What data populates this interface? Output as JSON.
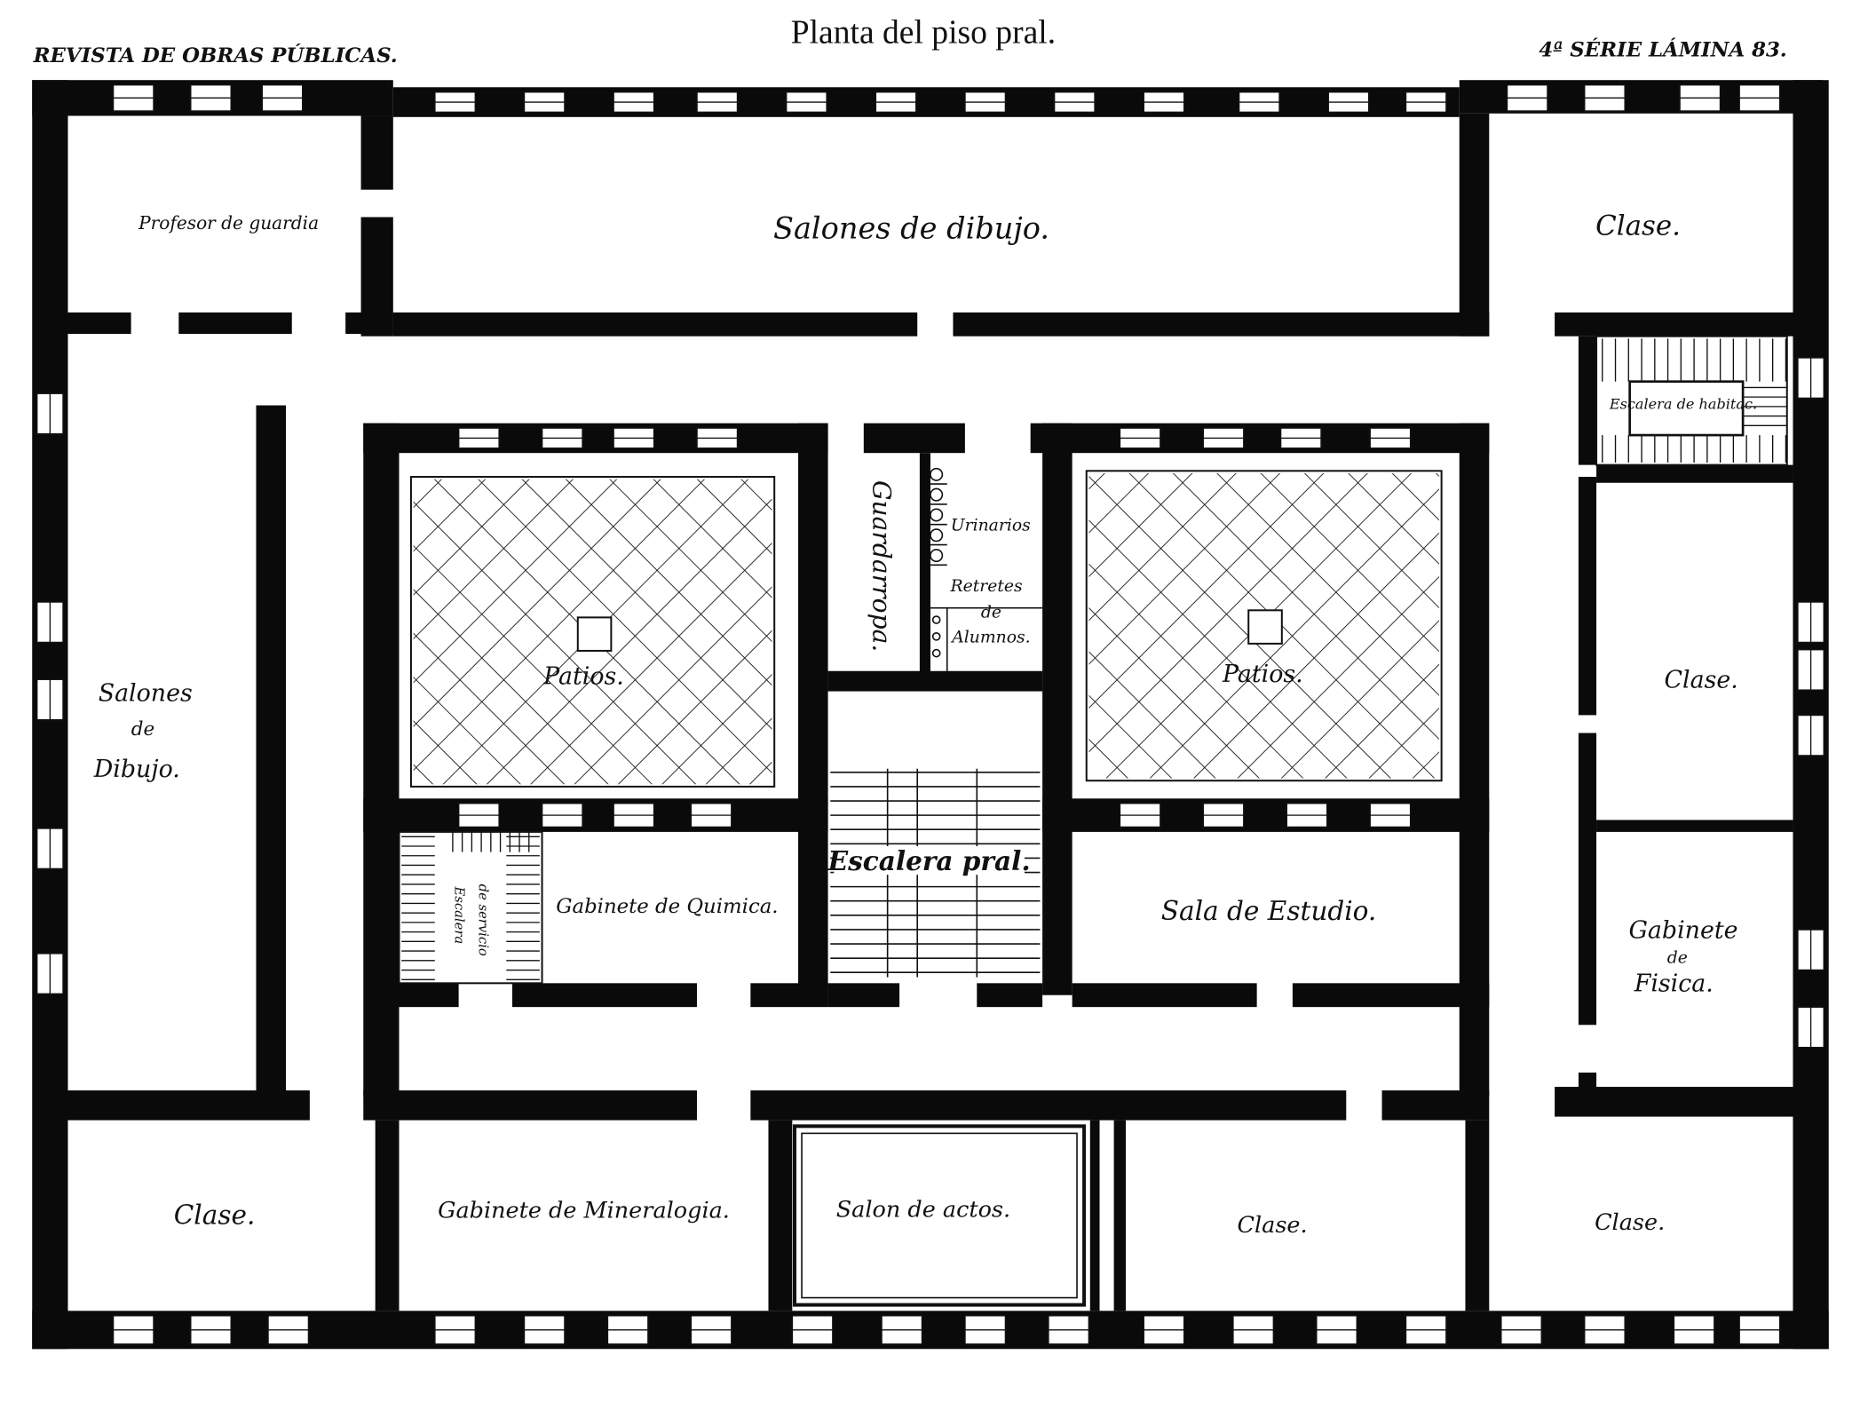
{
  "header": {
    "journal": "REVISTA DE OBRAS PÚBLICAS.",
    "title": "Planta del piso pral.",
    "series": "4ª SÉRIE LÁMINA 83."
  },
  "rooms": {
    "profesor_guardia": "Profesor de guardia",
    "salones_dibujo_top": "Salones de dibujo.",
    "clase_top_right": "Clase.",
    "escalera_habitac": "Escalera de habitac.",
    "guardarropa": "Guardarropa.",
    "urinarios": "Urinarios",
    "retretes": [
      "Retretes",
      "de",
      "Alumnos."
    ],
    "patios_left": "Patios.",
    "patios_right": "Patios.",
    "clase_right_mid": "Clase.",
    "salones_dibujo_left": [
      "Salones",
      "de",
      "Dibujo."
    ],
    "escalera_pral": "Escalera pral.",
    "escalera_servicio": [
      "Escalera",
      "de servicio"
    ],
    "gabinete_quimica": "Gabinete de Quimica.",
    "sala_estudio": "Sala de Estudio.",
    "gabinete_fisica": [
      "Gabinete",
      "de",
      "Fisica."
    ],
    "clase_bottom_left": "Clase.",
    "gabinete_mineralogia": "Gabinete de Mineralogia.",
    "salon_actos": "Salon de actos.",
    "clase_bottom_mid": "Clase.",
    "clase_bottom_right": "Clase."
  }
}
